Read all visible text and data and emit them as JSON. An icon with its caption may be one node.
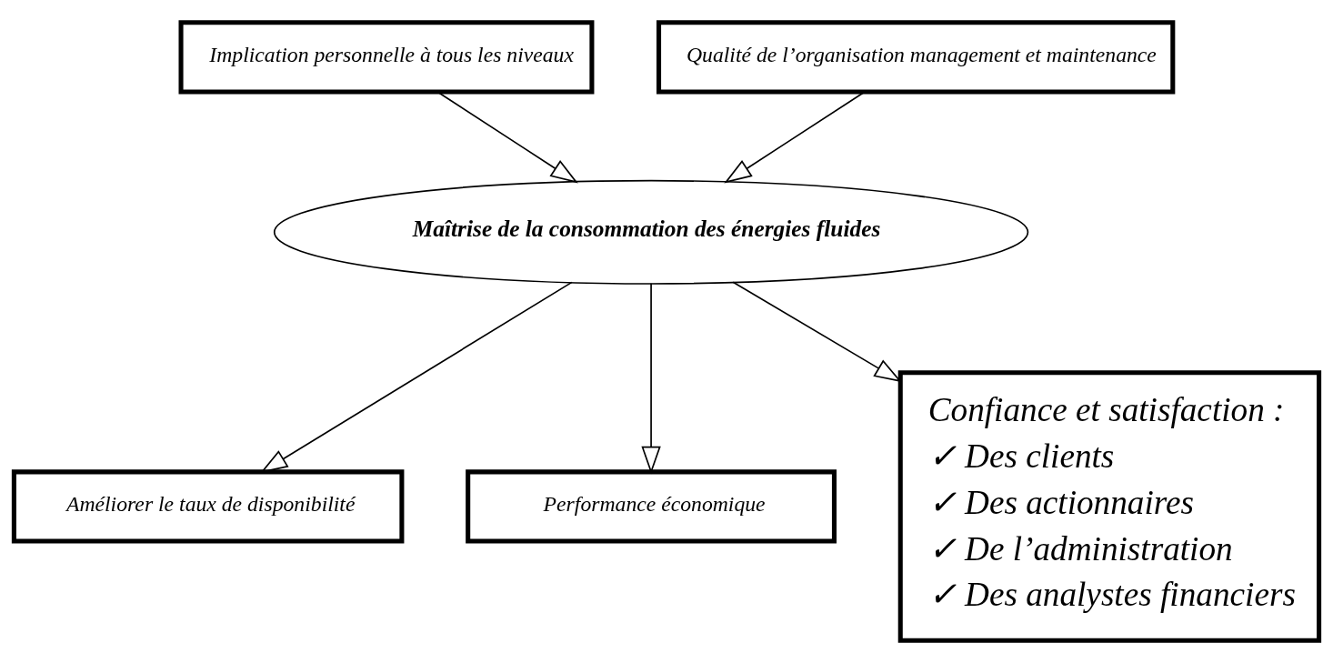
{
  "diagram": {
    "nodes": [
      {
        "text": [
          "Implication personnelle à tous les niveaux"
        ]
      },
      {
        "text": [
          "Qualité de l’organisation management et maintenance"
        ]
      },
      {
        "text": [
          "Maîtrise de la consommation des énergies fluides"
        ]
      },
      {
        "text": [
          "Améliorer le taux de disponibilité"
        ]
      },
      {
        "text": [
          "Performance économique"
        ]
      },
      {
        "text": [
          "Confiance et satisfaction :",
          "✓ Des clients",
          "✓ Des actionnaires",
          "✓ De l’administration",
          "✓ Des analystes financiers"
        ]
      }
    ],
    "edges": [
      {
        "from": 0,
        "to": 2,
        "arrow": "to"
      },
      {
        "from": 1,
        "to": 2,
        "arrow": "to"
      },
      {
        "from": 2,
        "to": 3,
        "arrow": "to"
      },
      {
        "from": 2,
        "to": 4,
        "arrow": "to"
      },
      {
        "from": 2,
        "to": 5,
        "arrow": "to"
      }
    ]
  }
}
